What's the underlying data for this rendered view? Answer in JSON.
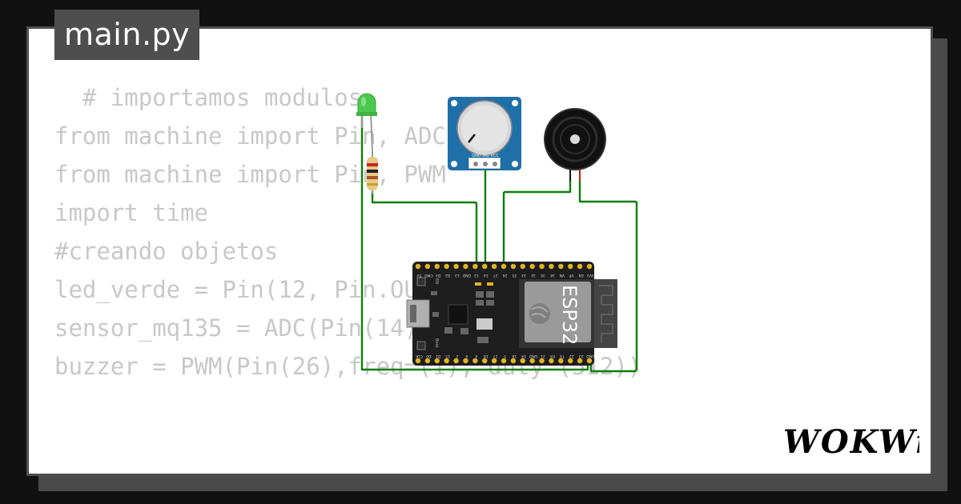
{
  "tab": {
    "title": "main.py"
  },
  "code": {
    "lines": [
      "  # importamos modulos",
      "from machine import Pin, ADC",
      "from machine import Pin, PWM",
      "import time",
      "",
      "#creando objetos",
      "",
      "led_verde = Pin(12, Pin.OUT)",
      "sensor_mq135 = ADC(Pin(14))",
      "buzzer = PWM(Pin(26),freq=(1), duty=(512))"
    ]
  },
  "board": {
    "label": "ESP32",
    "top_pins": [
      "3V3",
      "EN",
      "VP",
      "VN",
      "34",
      "35",
      "32",
      "33",
      "25",
      "26",
      "27",
      "14",
      "12",
      "GND",
      "13",
      "D2",
      "D3",
      "CMD",
      "5V"
    ],
    "bottom_pins": [
      "GND",
      "23",
      "22",
      "TX",
      "RX",
      "21",
      "GND",
      "19",
      "18",
      "5",
      "17",
      "16",
      "4",
      "0",
      "2",
      "15",
      "D1",
      "D0",
      "CLK"
    ],
    "boot_label": "Boot",
    "en_label": "EN"
  },
  "potentiometer": {
    "pin_label": "GND SIG VCC"
  },
  "brand": {
    "logo_text": "WOKWi"
  },
  "colors": {
    "wire": "#0a7f0a",
    "led": "#4cc94c",
    "board": "#1e1e1e",
    "pot_body": "#1f6fa8",
    "buzzer_body": "#111111",
    "background": "#111111",
    "card": "#ffffff"
  }
}
